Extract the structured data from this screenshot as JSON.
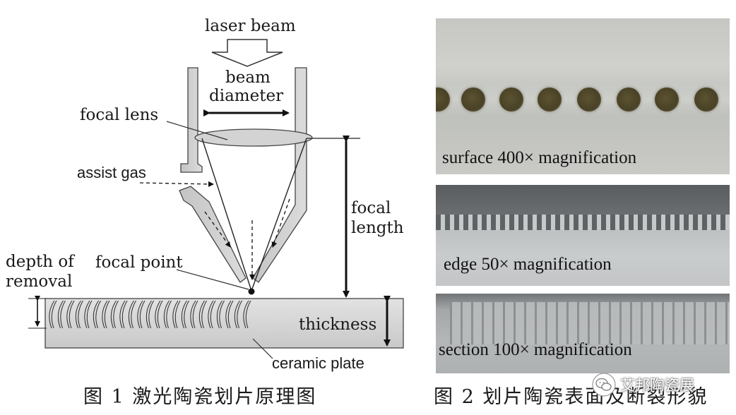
{
  "figure1": {
    "labels": {
      "laser_beam": "laser beam",
      "beam_line1": "beam",
      "beam_line2": "diameter",
      "focal_lens": "focal lens",
      "assist_gas": "assist gas",
      "focal_line1": "focal",
      "focal_line2": "length",
      "depth_line1": "depth of",
      "depth_line2": "removal",
      "focal_point": "focal point",
      "thickness": "thickness",
      "ceramic_plate": "ceramic plate"
    },
    "caption": "图 1  激光陶瓷划片原理图"
  },
  "figure2": {
    "panels": [
      {
        "label": "surface 400× magnification"
      },
      {
        "label": "edge 50× magnification"
      },
      {
        "label": "section 100× magnification"
      }
    ],
    "caption": "图 2  划片陶瓷表面及断裂形貌"
  },
  "watermark": {
    "text": "艾邦陶瓷展",
    "icon": "wechat-icon"
  }
}
